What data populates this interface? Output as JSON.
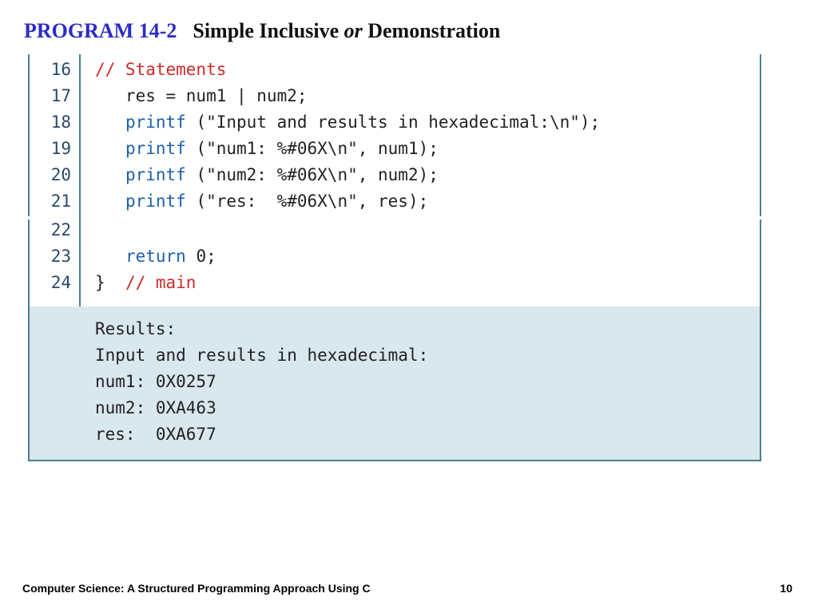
{
  "title": {
    "program": "PROGRAM 14-2",
    "part1": "Simple Inclusive ",
    "italic": "or",
    "part2": " Demonstration"
  },
  "code_lines": [
    {
      "num": "16",
      "parts": [
        {
          "text": "// Statements",
          "style": "red"
        }
      ]
    },
    {
      "num": "17",
      "parts": [
        {
          "text": "   res = num1 | num2;",
          "style": "plain"
        }
      ]
    },
    {
      "num": "18",
      "parts": [
        {
          "text": "   ",
          "style": "plain"
        },
        {
          "text": "printf",
          "style": "blue"
        },
        {
          "text": " (\"Input and results in hexadecimal:\\n\");",
          "style": "plain"
        }
      ]
    },
    {
      "num": "19",
      "parts": [
        {
          "text": "   ",
          "style": "plain"
        },
        {
          "text": "printf",
          "style": "blue"
        },
        {
          "text": " (\"num1: %#06X\\n\", num1);",
          "style": "plain"
        }
      ]
    },
    {
      "num": "20",
      "parts": [
        {
          "text": "   ",
          "style": "plain"
        },
        {
          "text": "printf",
          "style": "blue"
        },
        {
          "text": " (\"num2: %#06X\\n\", num2);",
          "style": "plain"
        }
      ]
    },
    {
      "num": "21",
      "parts": [
        {
          "text": "   ",
          "style": "plain"
        },
        {
          "text": "printf",
          "style": "blue"
        },
        {
          "text": " (\"res:  %#06X\\n\", res);",
          "style": "plain"
        }
      ]
    },
    {
      "num": "22",
      "parts": []
    },
    {
      "num": "23",
      "parts": [
        {
          "text": "   ",
          "style": "plain"
        },
        {
          "text": "return",
          "style": "blue"
        },
        {
          "text": " 0;",
          "style": "plain"
        }
      ]
    },
    {
      "num": "24",
      "parts": [
        {
          "text": "}  ",
          "style": "plain"
        },
        {
          "text": "// main",
          "style": "red"
        }
      ]
    }
  ],
  "results": {
    "label": "Results:",
    "lines": [
      "Input and results in hexadecimal:",
      "num1: 0X0257",
      "num2: 0XA463",
      "res:  0XA677"
    ]
  },
  "footer": {
    "text": "Computer Science: A Structured Programming Approach Using C",
    "page": "10"
  },
  "colors": {
    "title_blue": "#2c2cc8",
    "comment_red": "#cc2a2a",
    "keyword_blue": "#1e5fa8",
    "border": "#4c7f8e",
    "results_bg": "#d9e7ee"
  }
}
